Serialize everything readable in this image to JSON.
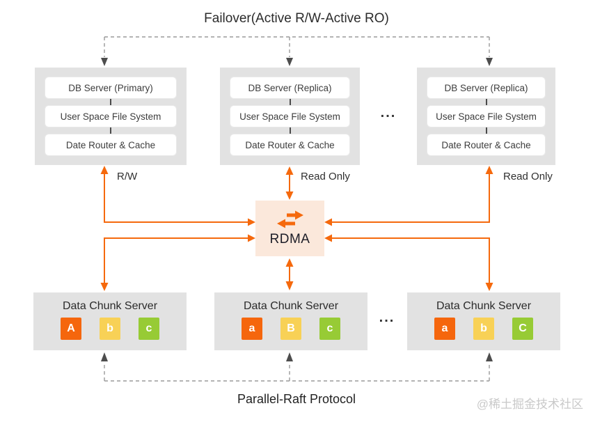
{
  "title": "Failover(Active R/W-Active RO)",
  "ellipsis": "...",
  "edge_labels": {
    "left": "R/W",
    "middle": "Read Only",
    "right": "Read Only"
  },
  "rdma": {
    "label": "RDMA"
  },
  "db_servers": [
    {
      "rows": [
        "DB Server (Primary)",
        "User Space File System",
        "Date Router & Cache"
      ]
    },
    {
      "rows": [
        "DB Server (Replica)",
        "User Space File System",
        "Date Router & Cache"
      ]
    },
    {
      "rows": [
        "DB Server (Replica)",
        "User Space File System",
        "Date Router & Cache"
      ]
    }
  ],
  "chunk_servers": [
    {
      "title": "Data Chunk Server",
      "chips": [
        {
          "label": "A",
          "color": "orange"
        },
        {
          "label": "b",
          "color": "yellow"
        },
        {
          "label": "c",
          "color": "green"
        }
      ]
    },
    {
      "title": "Data Chunk Server",
      "chips": [
        {
          "label": "a",
          "color": "orange"
        },
        {
          "label": "B",
          "color": "yellow"
        },
        {
          "label": "c",
          "color": "green"
        }
      ]
    },
    {
      "title": "Data Chunk Server",
      "chips": [
        {
          "label": "a",
          "color": "orange"
        },
        {
          "label": "b",
          "color": "yellow"
        },
        {
          "label": "C",
          "color": "green"
        }
      ]
    }
  ],
  "footer": {
    "protocol_label": "Parallel-Raft Protocol",
    "watermark": "@稀土掘金技术社区"
  },
  "colors": {
    "accent-orange": "#f5690d",
    "rdma-bg": "#fbe8db",
    "card-gray": "#e2e2e2",
    "chip-orange": "#f5660d",
    "chip-yellow": "#f8d156",
    "chip-green": "#97cb35",
    "dash-gray": "#9a9a9a",
    "arrow-dark": "#4d4d4d",
    "watermark-gray": "#c9c9c9"
  }
}
